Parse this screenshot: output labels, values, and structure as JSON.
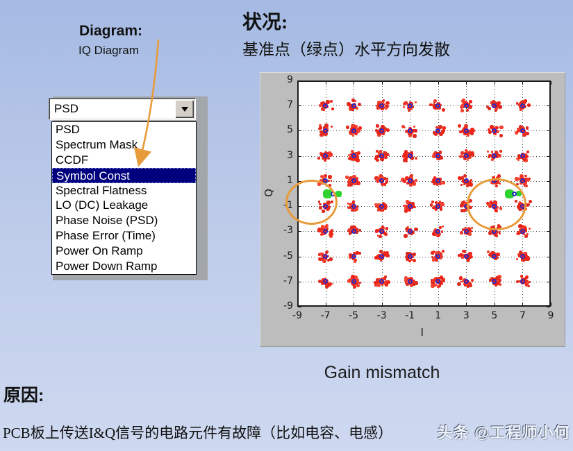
{
  "slide": {
    "diagram": {
      "title": "Diagram:",
      "subtitle": "IQ Diagram"
    },
    "status": {
      "title": "状况:",
      "text": "基准点（绿点）水平方向发散"
    },
    "caption": "Gain mismatch",
    "reason": {
      "title": "原因:",
      "text": "PCB板上传送I&Q信号的电路元件有故障（比如电容、电感）"
    },
    "watermark": "头条 @工程师小何"
  },
  "dropdown": {
    "value": "PSD",
    "button_icon": "chevron-down",
    "items": [
      "PSD",
      "Spectrum Mask",
      "CCDF",
      "Symbol Const",
      "Spectral Flatness",
      "LO (DC) Leakage",
      "Phase Noise (PSD)",
      "Phase Error (Time)",
      "Power On Ramp",
      "Power Down Ramp"
    ],
    "selected_index": 3,
    "selected_item": "Symbol Const",
    "colors": {
      "selection_bg": "#00007E",
      "selection_text": "#FFFFFF",
      "face": "#D4D0C8",
      "shadow_panel": "#A3A6AB"
    }
  },
  "chart_data": {
    "type": "scatter",
    "title": "",
    "xlabel": "I",
    "ylabel": "Q",
    "xlim": [
      -9,
      9
    ],
    "ylim": [
      -9,
      9
    ],
    "x_ticks": [
      -9,
      -7,
      -5,
      -3,
      -1,
      1,
      3,
      5,
      7,
      9
    ],
    "y_ticks": [
      -9,
      -7,
      -5,
      -3,
      -1,
      1,
      3,
      5,
      7,
      9
    ],
    "grid": "dotted",
    "constellation_levels": [
      -7,
      -5,
      -3,
      -1,
      1,
      3,
      5,
      7
    ],
    "cluster_colors": [
      "#EE2417",
      "#DF2A1E",
      "#F4402E"
    ],
    "series": [
      {
        "name": "measured-symbol-clusters",
        "type": "cluster-scatter",
        "color": "#E8261D",
        "note": "fuzzy red cluster centered at every odd (I,Q) pair, 64 clusters total"
      },
      {
        "name": "ideal-symbol-centers",
        "type": "ring-marker",
        "color": "#2B2BC4",
        "note": "small blue circle at each cluster center"
      },
      {
        "name": "reference-points-green",
        "type": "blob",
        "color": "#2FD32F",
        "points": [
          {
            "x": -6.85,
            "y": 0,
            "size": 13
          },
          {
            "x": -6.05,
            "y": 0,
            "size": 9
          },
          {
            "x": 6.05,
            "y": 0,
            "size": 13
          },
          {
            "x": 6.75,
            "y": 0,
            "size": 8
          }
        ]
      },
      {
        "name": "reference-rings-blue",
        "type": "ring-marker",
        "color": "#2B2BC4",
        "points": [
          {
            "x": -6.45,
            "y": 0
          },
          {
            "x": 6.42,
            "y": 0
          }
        ]
      }
    ],
    "annotations": {
      "color": "#E89B3A",
      "ellipses": [
        {
          "cx": -8.0,
          "cy": -0.7,
          "rx": 1.85,
          "ry": 1.8
        },
        {
          "cx": 5.15,
          "cy": -0.85,
          "rx": 2.1,
          "ry": 2.05
        }
      ]
    },
    "panel_bg": "#BDBDBD",
    "plot_bg": "#FFFFFF"
  }
}
